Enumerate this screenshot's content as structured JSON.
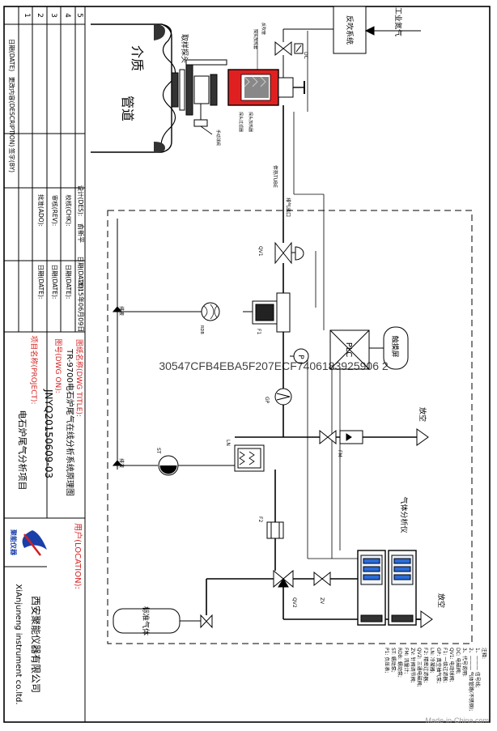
{
  "title_block": {
    "revision_rows": [
      "1",
      "2",
      "3",
      "4",
      "5"
    ],
    "date_col": "日期(DATE)",
    "desc_col": "更改内容(DESCRIPTION)",
    "sign_col": "签字(BY)",
    "design_label": "设计(DES):",
    "design_name": "俞新平",
    "check_label": "校核(CHK):",
    "review_label": "审核(REV):",
    "approve_label": "批准(ADO):",
    "date_label": "日期(DATE):",
    "design_date": "2015年06月09日",
    "drawing_title_label": "图纸名称(DWG TITLE):",
    "drawing_title": "TR-9700电石炉尾气在线分析系统原理图",
    "drawing_no_label": "图号(DWG ON):",
    "drawing_no": "JNYQ20150609-03",
    "project_label": "项目名称(PROJECT):",
    "project_name": "电石炉尾气分析项目",
    "user_label": "用户(LOCATION):",
    "company_cn": "西安聚能仪器有限公司",
    "company_en": "XiAnjuneng instrument co.ltd.",
    "logo_text": "聚能仪器"
  },
  "diagram": {
    "pipe_label_1": "介质",
    "pipe_label_2": "管道",
    "probe_label": "取样探头",
    "probe_heater": "探头加热套",
    "probe_filter": "探头过滤器",
    "probe_heating": "探头加热器",
    "manual_valve": "手动球阀",
    "blowback_system": "反吹系统",
    "industrial_n2": "工业氮气",
    "blowback_tube": "反吹管",
    "heat_trace_tube": "伴热TUBE",
    "exhaust_label": "排气出口",
    "dc_label": "DC",
    "qv1": "QV1",
    "qv2": "QV2",
    "f1": "F1",
    "f2": "F2",
    "rdb": "RDB",
    "p_label": "P",
    "gp": "GP",
    "ln": "LN",
    "st": "ST",
    "fm": "FM",
    "zv": "ZV",
    "drain_1": "排液",
    "drain_2": "排液",
    "exhaust_1": "放空",
    "exhaust_2": "放空",
    "plc": "PLC",
    "touch_screen": "触摸屏",
    "analyzer": "气体分析仪",
    "std_gas": "标准气体"
  },
  "legend": {
    "header": "注释:",
    "items": [
      "1、——— 信号线;",
      "2、——— 气体管路(不锈钢);",
      "3、代号说明:",
      "DC: 电磁阀;",
      "QV1: 电动球阀;",
      "F1: 一级过滤器;",
      "GP: 真空抽气泵;",
      "LN: 冷凝器;",
      "F2: 精密过滤器;",
      "QV2: 三通电磁阀;",
      "ZV: 针阀调节阀;",
      "FM: 流量计;",
      "RDB: 蠕动泵;",
      "ST: 蠕动泵;",
      "P1: 负压表;"
    ]
  },
  "overlay_code": "30547CFB4EBA5F207ECF7406183925906 2",
  "watermark": "Made-in-China.com",
  "colors": {
    "line": "#000000",
    "red_text": "#d42020",
    "heater_red": "#e02020",
    "blue_text": "#1a3fa8"
  }
}
